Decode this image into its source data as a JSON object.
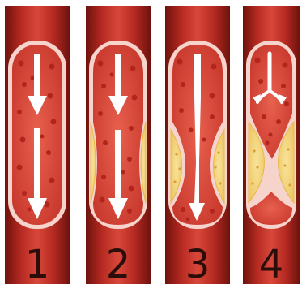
{
  "stages": [
    {
      "number": "1"
    },
    {
      "number": "2"
    },
    {
      "number": "3"
    },
    {
      "number": "4"
    }
  ],
  "colors": {
    "vessel_wall_dark": "#7a1510",
    "vessel_wall_mid": "#c6312a",
    "vessel_wall_light": "#e05a4a",
    "lumen_outline": "#f6d4cc",
    "lumen_fill": "#d94a3c",
    "blood_cell": "#b3241c",
    "plaque_fill": "#f3d57a",
    "plaque_outline": "#e8b84a",
    "arrow": "#ffffff",
    "number": "#2b0d0a"
  }
}
